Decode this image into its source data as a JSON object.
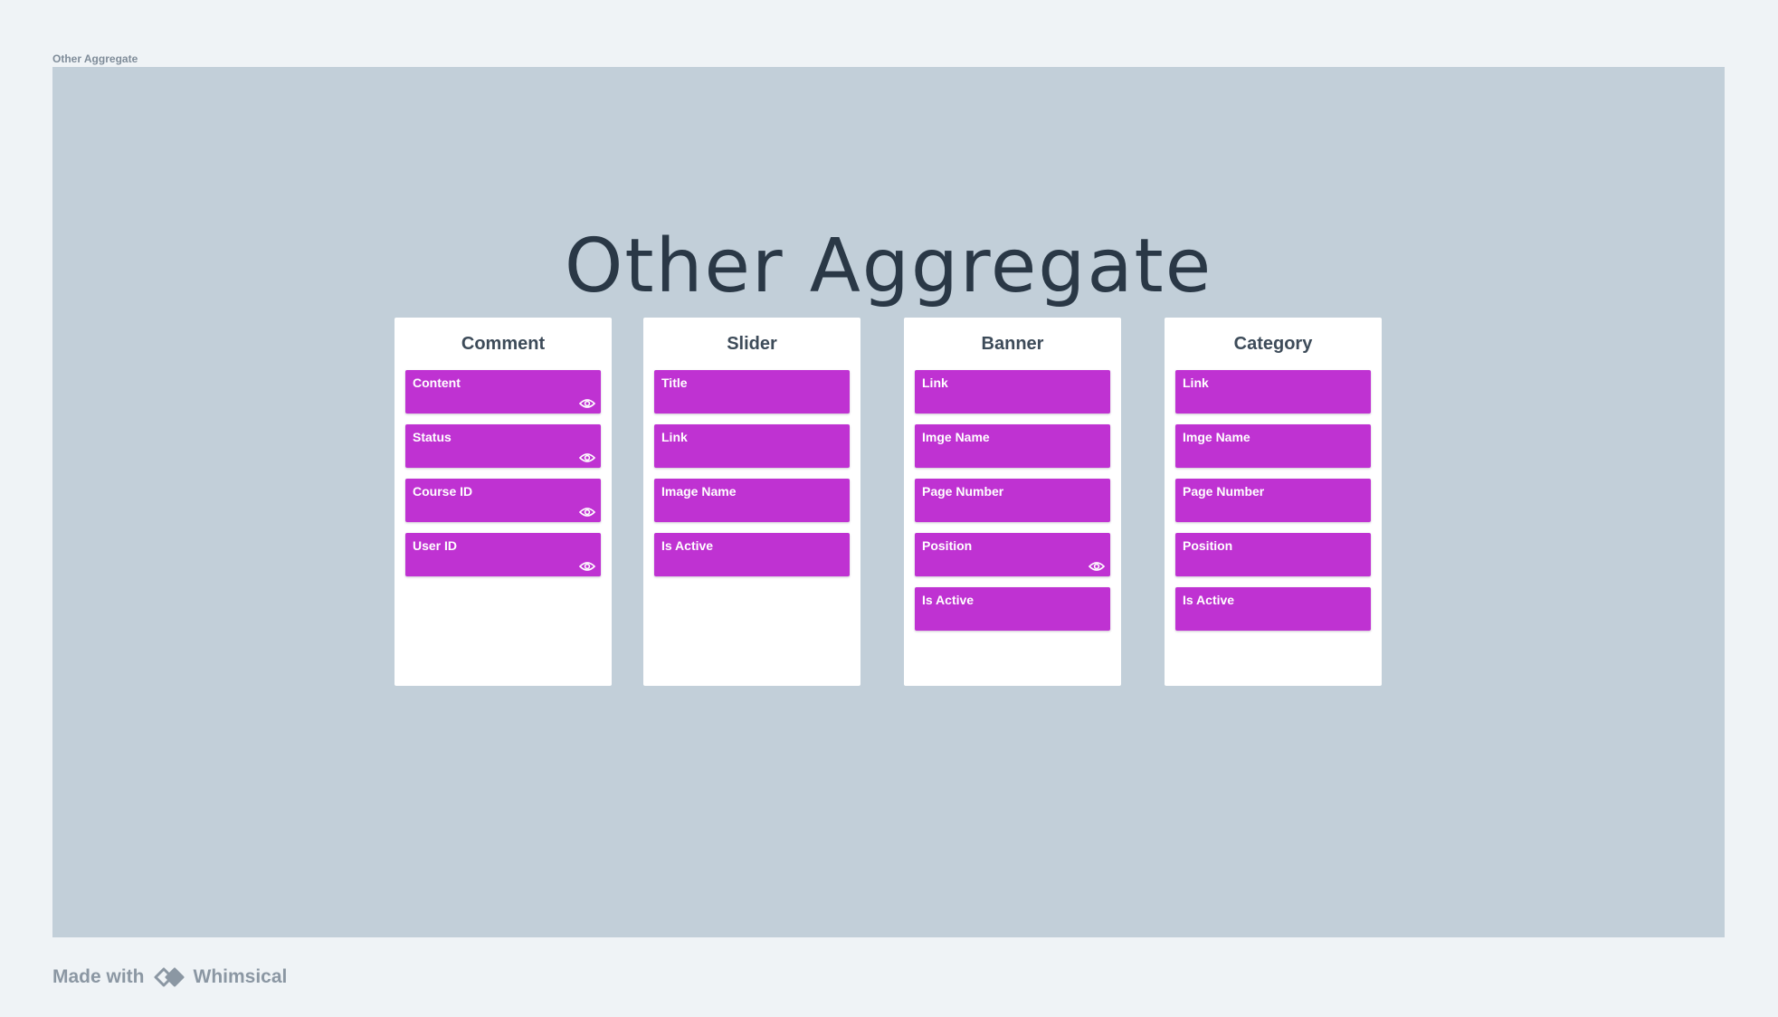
{
  "frame": {
    "label": "Other Aggregate",
    "title": "Other Aggregate"
  },
  "columns": [
    {
      "title": "Comment",
      "cards": [
        {
          "label": "Content",
          "icon": "eye-icon"
        },
        {
          "label": "Status",
          "icon": "eye-icon"
        },
        {
          "label": "Course ID",
          "icon": "eye-icon"
        },
        {
          "label": "User ID",
          "icon": "eye-icon"
        }
      ]
    },
    {
      "title": "Slider",
      "cards": [
        {
          "label": "Title"
        },
        {
          "label": "Link"
        },
        {
          "label": "Image Name"
        },
        {
          "label": "Is Active"
        }
      ]
    },
    {
      "title": "Banner",
      "cards": [
        {
          "label": "Link"
        },
        {
          "label": "Imge Name"
        },
        {
          "label": "Page Number"
        },
        {
          "label": "Position",
          "icon": "eye-icon"
        },
        {
          "label": "Is Active"
        }
      ]
    },
    {
      "title": "Category",
      "cards": [
        {
          "label": "Link"
        },
        {
          "label": "Imge Name"
        },
        {
          "label": "Page Number"
        },
        {
          "label": "Position"
        },
        {
          "label": "Is Active"
        }
      ]
    }
  ],
  "footer": {
    "made_with": "Made with",
    "brand": "Whimsical"
  },
  "colors": {
    "page_background": "#eff3f6",
    "frame_background": "#c2cfd9",
    "card": "#bf32d2",
    "title_text": "#2a3846"
  }
}
